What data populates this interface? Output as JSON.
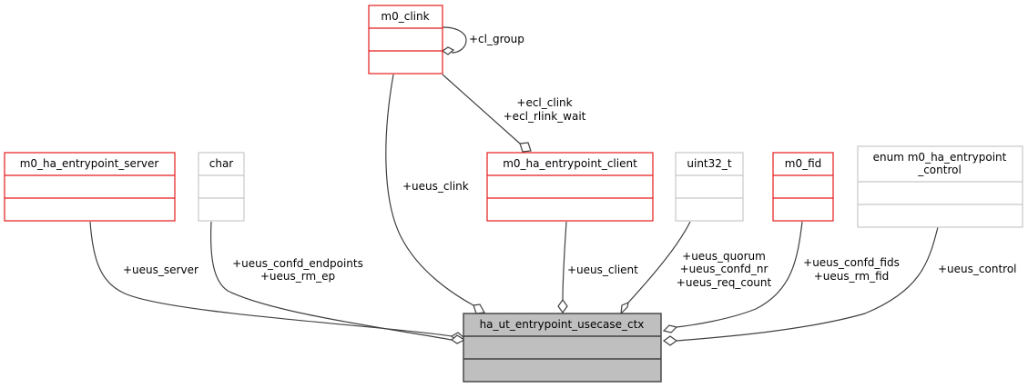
{
  "diagram": {
    "main_class": {
      "name": "ha_ut_entrypoint_usecase_ctx",
      "fill": "#bfbfbf",
      "border": "#404040"
    },
    "classes": [
      {
        "id": "m0_clink",
        "name": "m0_clink",
        "border": "#e41a1c",
        "defined": true
      },
      {
        "id": "server",
        "name": "m0_ha_entrypoint_server",
        "border": "#e41a1c",
        "defined": true
      },
      {
        "id": "char",
        "name": "char",
        "border": "#c8c8c8",
        "defined": false
      },
      {
        "id": "client",
        "name": "m0_ha_entrypoint_client",
        "border": "#e41a1c",
        "defined": true
      },
      {
        "id": "uint32",
        "name": "uint32_t",
        "border": "#c8c8c8",
        "defined": false
      },
      {
        "id": "fid",
        "name": "m0_fid",
        "border": "#e41a1c",
        "defined": true
      },
      {
        "id": "control",
        "name_lines": [
          "enum m0_ha_entrypoint",
          "_control"
        ],
        "border": "#c8c8c8",
        "defined": false
      }
    ],
    "edges": [
      {
        "id": "cl_group",
        "from": "m0_clink",
        "to": "m0_clink",
        "labels": [
          "+cl_group"
        ]
      },
      {
        "id": "ecl",
        "from": "m0_clink",
        "to": "client",
        "labels": [
          "+ecl_clink",
          "+ecl_rlink_wait"
        ]
      },
      {
        "id": "clink",
        "from": "m0_clink",
        "to": "main",
        "labels": [
          "+ueus_clink"
        ]
      },
      {
        "id": "server",
        "from": "server",
        "to": "main",
        "labels": [
          "+ueus_server"
        ]
      },
      {
        "id": "char",
        "from": "char",
        "to": "main",
        "labels": [
          "+ueus_confd_endpoints",
          "+ueus_rm_ep"
        ]
      },
      {
        "id": "client",
        "from": "client",
        "to": "main",
        "labels": [
          "+ueus_client"
        ]
      },
      {
        "id": "uint32",
        "from": "uint32",
        "to": "main",
        "labels": [
          "+ueus_quorum",
          "+ueus_confd_nr",
          "+ueus_req_count"
        ]
      },
      {
        "id": "fid",
        "from": "fid",
        "to": "main",
        "labels": [
          "+ueus_confd_fids",
          "+ueus_rm_fid"
        ]
      },
      {
        "id": "control",
        "from": "control",
        "to": "main",
        "labels": [
          "+ueus_control"
        ]
      }
    ]
  }
}
